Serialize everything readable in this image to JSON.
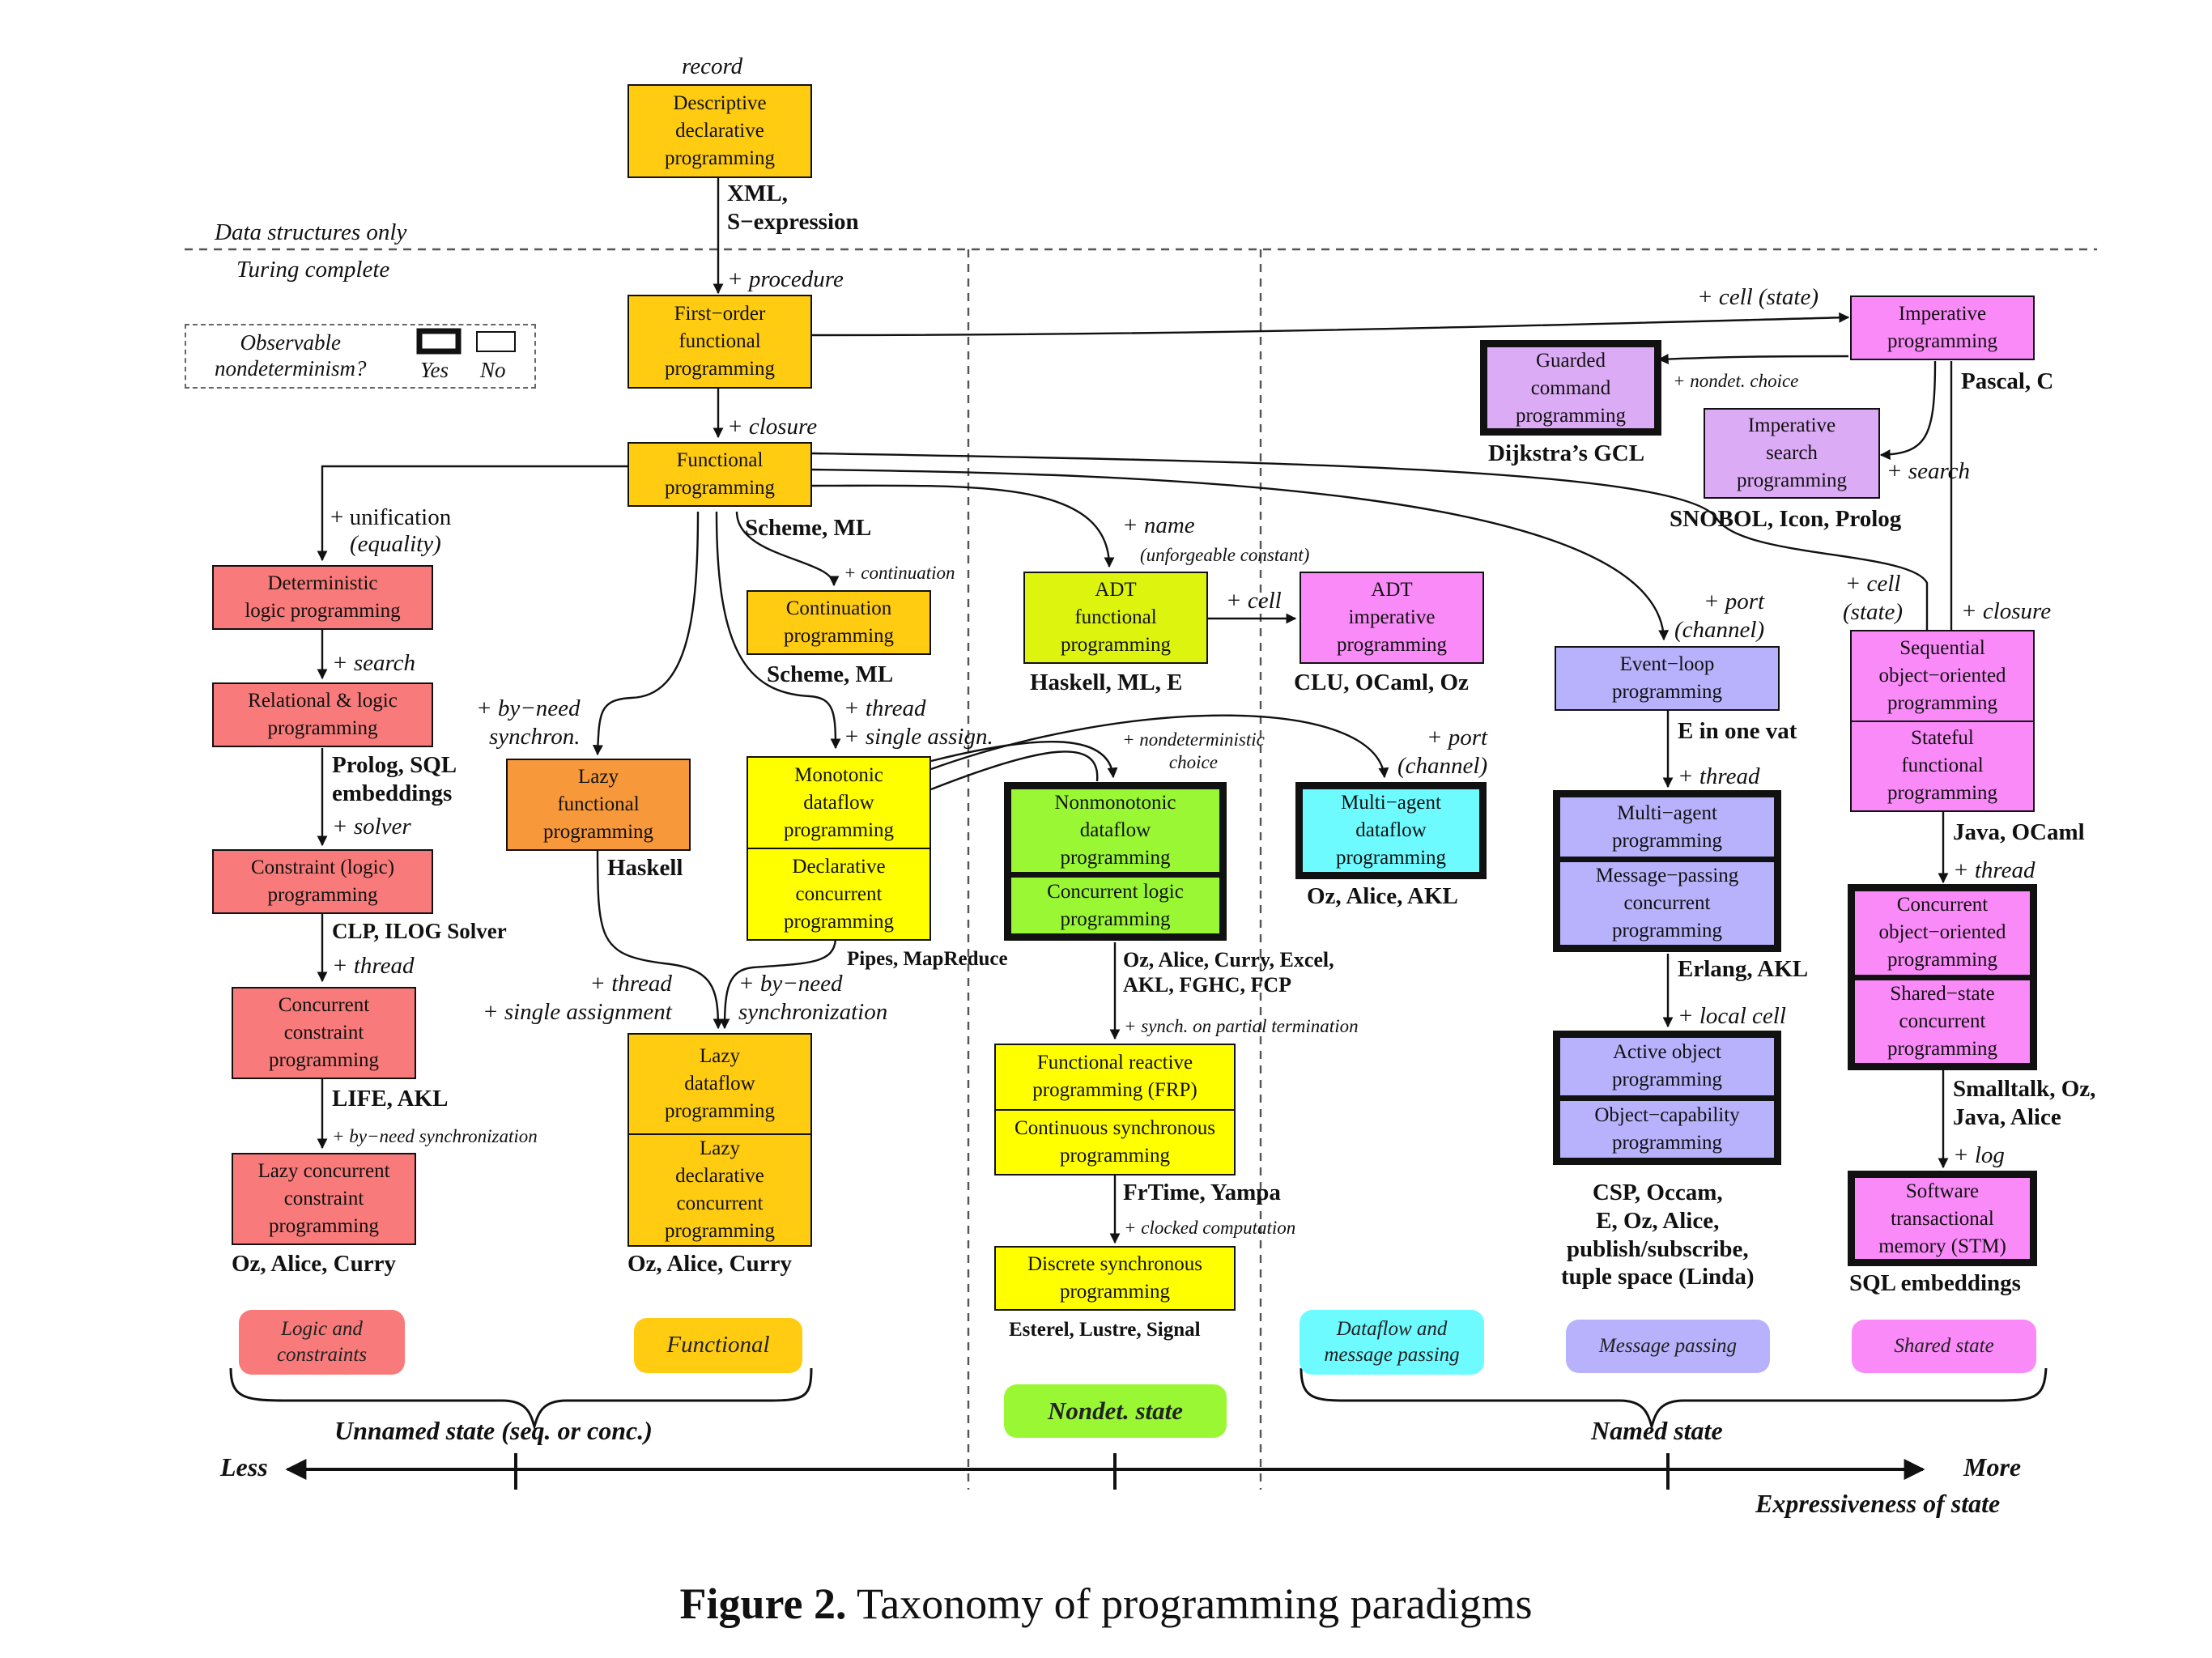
{
  "header": {
    "record": "record",
    "data_structures_only": "Data structures only",
    "turing_complete": "Turing complete"
  },
  "legend": {
    "question": "Observable\nnondeterminism?",
    "yes": "Yes",
    "no": "No"
  },
  "colors": {
    "orange_yellow": "#ffcc11",
    "red": "#f87a7a",
    "orange": "#f7993a",
    "lime": "#ddf40f",
    "yellow": "#ffff00",
    "green": "#99f833",
    "cyan": "#6efbff",
    "lavender": "#b7b2fb",
    "light_purple": "#dcabf5",
    "magenta": "#f98af8"
  },
  "boxes": {
    "descriptive": [
      "Descriptive\ndeclarative\nprogramming"
    ],
    "first_order": [
      "First−order\nfunctional\nprogramming"
    ],
    "functional": [
      "Functional\nprogramming"
    ],
    "det_logic": [
      "Deterministic\nlogic programming"
    ],
    "relational": [
      "Relational & logic\nprogramming"
    ],
    "constraint": [
      "Constraint (logic)\nprogramming"
    ],
    "conc_constraint": [
      "Concurrent\nconstraint\nprogramming"
    ],
    "lazy_conc_constraint": [
      "Lazy concurrent\nconstraint\nprogramming"
    ],
    "lazy_functional": [
      "Lazy\nfunctional\nprogramming"
    ],
    "continuation": [
      "Continuation\nprogramming"
    ],
    "monotonic": [
      "Monotonic\ndataflow\nprogramming",
      "Declarative\nconcurrent\nprogramming"
    ],
    "lazy_dataflow": [
      "Lazy\ndataflow\nprogramming",
      "Lazy\ndeclarative\nconcurrent\nprogramming"
    ],
    "adt_functional": [
      "ADT\nfunctional\nprogramming"
    ],
    "adt_imperative": [
      "ADT\nimperative\nprogramming"
    ],
    "nonmonotonic": [
      "Nonmonotonic\ndataflow\nprogramming",
      "Concurrent logic\nprogramming"
    ],
    "frp": [
      "Functional reactive\nprogramming (FRP)",
      "Continuous synchronous\nprogramming"
    ],
    "discrete_sync": [
      "Discrete synchronous\nprogramming"
    ],
    "multi_agent_dataflow": [
      "Multi−agent\ndataflow\nprogramming"
    ],
    "guarded_command": [
      "Guarded\ncommand\nprogramming"
    ],
    "imperative": [
      "Imperative\nprogramming"
    ],
    "imperative_search": [
      "Imperative\nsearch\nprogramming"
    ],
    "event_loop": [
      "Event−loop\nprogramming"
    ],
    "multi_agent": [
      "Multi−agent\nprogramming",
      "Message−passing\nconcurrent\nprogramming"
    ],
    "active_object": [
      "Active object\nprogramming",
      "Object−capability\nprogramming"
    ],
    "sequential_oo": [
      "Sequential\nobject−oriented\nprogramming",
      "Stateful\nfunctional\nprogramming"
    ],
    "concurrent_oo": [
      "Concurrent\nobject−oriented\nprogramming",
      "Shared−state\nconcurrent\nprogramming"
    ],
    "stm": [
      "Software\ntransactional\nmemory (STM)"
    ]
  },
  "languages": {
    "xml": "XML,\nS−expression",
    "prolog_sql": "Prolog, SQL\nembeddings",
    "clp": "CLP, ILOG Solver",
    "life": "LIFE, AKL",
    "oz_alice_curry_1": "Oz, Alice, Curry",
    "haskell": "Haskell",
    "scheme_ml_1": "Scheme, ML",
    "scheme_ml_2": "Scheme, ML",
    "pipes": "Pipes, MapReduce",
    "oz_alice_curry_2": "Oz, Alice, Curry",
    "haskell_ml_e": "Haskell, ML, E",
    "clu": "CLU, OCaml, Oz",
    "oz_curry_excel": "Oz, Alice, Curry, Excel,\nAKL, FGHC, FCP",
    "frtime": "FrTime, Yampa",
    "esterel": "Esterel, Lustre, Signal",
    "oz_alice_akl": "Oz, Alice, AKL",
    "dijkstra": "Dijkstra’s GCL",
    "pascal": "Pascal, C",
    "snobol": "SNOBOL, Icon, Prolog",
    "e_one_vat": "E in one vat",
    "erlang": "Erlang, AKL",
    "csp": "CSP, Occam,\nE, Oz, Alice,\npublish/subscribe,\ntuple space (Linda)",
    "java_ocaml": "Java, OCaml",
    "smalltalk": "Smalltalk, Oz,\nJava, Alice",
    "sql_embeddings": "SQL embeddings"
  },
  "edges": {
    "procedure": "+ procedure",
    "closure": "+ closure",
    "cell_state": "+ cell (state)",
    "nondet_choice": "+ nondet. choice",
    "search_right": "+ search",
    "unification": "+ unification",
    "equality": "(equality)",
    "search_left": "+ search",
    "solver": "+ solver",
    "thread_left": "+ thread",
    "byneed_sync": "+ by−need synchronization",
    "byneed_synchron": "+ by−need\nsynchron.",
    "continuation": "+ continuation",
    "thread_single": "+ thread\n+ single assign.",
    "thread_single_assignment": "+ thread\n+ single assignment",
    "byneed_synchronization": "+ by−need\nsynchronization",
    "name": "+ name",
    "unforgeable": "(unforgeable constant)",
    "cell": "+ cell",
    "nondeterministic": "+ nondeterministic\nchoice",
    "port_channel_1": "+ port\n(channel)",
    "synch_partial": "+ synch. on partial termination",
    "clocked": "+ clocked computation",
    "port_channel_2": "+ port\n(channel)",
    "thread_mp": "+ thread",
    "local_cell": "+ local cell",
    "cell_state_2": "+ cell\n(state)",
    "closure_2": "+ closure",
    "thread_right": "+ thread",
    "log": "+ log"
  },
  "categories": {
    "logic": "Logic and\nconstraints",
    "functional": "Functional",
    "nondet": "Nondet. state",
    "dataflow": "Dataflow and\nmessage passing",
    "message": "Message passing",
    "shared": "Shared state"
  },
  "axis": {
    "unnamed": "Unnamed state (seq. or conc.)",
    "named": "Named state",
    "less": "Less",
    "more": "More",
    "expressiveness": "Expressiveness of state"
  },
  "caption": {
    "figure": "Figure 2.",
    "text": " Taxonomy of programming paradigms"
  }
}
